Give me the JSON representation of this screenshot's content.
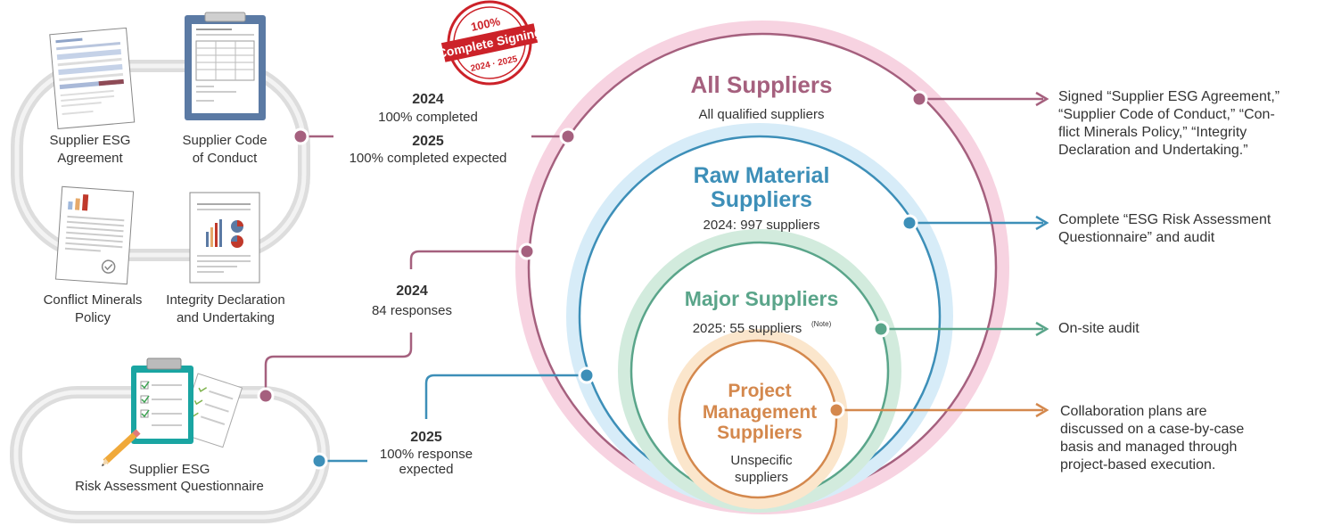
{
  "stamp": {
    "top": "100%",
    "main": "Complete Signing",
    "years": "2024 · 2025"
  },
  "documents": {
    "esg_agreement": "Supplier ESG|Agreement",
    "code_of_conduct": "Supplier Code|of Conduct",
    "conflict_minerals": "Conflict Minerals|Policy",
    "integrity": "Integrity Declaration|and Undertaking",
    "questionnaire": "Supplier ESG|Risk Assessment Questionnaire"
  },
  "signing_status": {
    "y2024_label": "2024",
    "y2024_value": "100% completed",
    "y2025_label": "2025",
    "y2025_value": "100% completed expected"
  },
  "response_status": {
    "y2024_label": "2024",
    "y2024_value": "84 responses",
    "y2025_label": "2025",
    "y2025_value_1": "100% response",
    "y2025_value_2": "expected"
  },
  "circles": {
    "all": {
      "title": "All Suppliers",
      "sub": "All qualified suppliers"
    },
    "raw": {
      "title_1": "Raw Material",
      "title_2": "Suppliers",
      "sub": "2024: 997 suppliers"
    },
    "major": {
      "title": "Major Suppliers",
      "sub": "2025: 55 suppliers",
      "note": "(Note)"
    },
    "project": {
      "title_1": "Project",
      "title_2": "Management",
      "title_3": "Suppliers",
      "sub_1": "Unspecific",
      "sub_2": "suppliers"
    }
  },
  "requirements": {
    "all": "Signed “Supplier ESG Agreement,”|“Supplier Code of Conduct,” “Con-|flict Minerals Policy,” “Integrity|Declaration and Undertaking.”",
    "raw": "Complete “ESG Risk Assessment|Questionnaire” and audit",
    "major": "On-site audit",
    "project": "Collaboration plans are|discussed on a case-by-case|basis and managed through|project-based execution."
  },
  "colors": {
    "pink": "#a5607e",
    "pink_light": "#f7d3e1",
    "blue": "#3d8fb8",
    "blue_light": "#d7ecf8",
    "green": "#5aa58a",
    "green_light": "#d2ebdd",
    "orange": "#d4884d",
    "orange_light": "#fbe6cc",
    "stamp_red": "#cc2229",
    "track_gray": "#e1e1e1"
  }
}
